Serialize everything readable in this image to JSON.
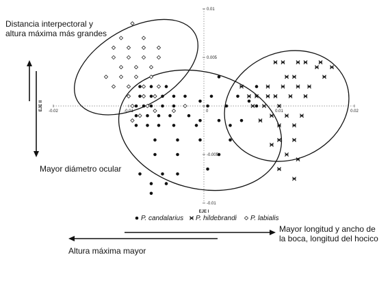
{
  "chart_data": {
    "type": "scatter",
    "xlabel": "EJE I",
    "ylabel": "EJE II",
    "xlim": [
      -0.02,
      0.02
    ],
    "ylim": [
      -0.01,
      0.01
    ],
    "x_ticks": [
      -0.02,
      -0.01,
      0,
      0.01,
      0.02
    ],
    "x_tick_labels": [
      "-0.02",
      "-0.01",
      "0",
      "0.01",
      "0.02"
    ],
    "y_ticks": [
      -0.01,
      -0.005,
      0,
      0.005,
      0.01
    ],
    "y_tick_labels": [
      "-0.01",
      "-0.005",
      "0",
      "0.005",
      "0.01"
    ],
    "grid": false,
    "legend_position": "bottom",
    "series": [
      {
        "name": "P. candalarius",
        "marker": "filled-circle",
        "color": "#111111",
        "points": [
          [
            -0.0085,
            0.002
          ],
          [
            -0.007,
            0.002
          ],
          [
            -0.005,
            0.002
          ],
          [
            -0.0085,
            0.001
          ],
          [
            -0.007,
            0.001
          ],
          [
            -0.0055,
            0.001
          ],
          [
            -0.004,
            0.001
          ],
          [
            -0.0025,
            0.001
          ],
          [
            -0.009,
            0.0
          ],
          [
            -0.008,
            0.0
          ],
          [
            -0.007,
            0.0
          ],
          [
            -0.0055,
            0.0
          ],
          [
            -0.004,
            0.0
          ],
          [
            -0.009,
            -0.001
          ],
          [
            -0.0075,
            -0.001
          ],
          [
            -0.006,
            -0.001
          ],
          [
            -0.0045,
            -0.001
          ],
          [
            -0.002,
            -0.001
          ],
          [
            -0.009,
            -0.002
          ],
          [
            -0.0075,
            -0.002
          ],
          [
            -0.006,
            -0.002
          ],
          [
            -0.004,
            -0.002
          ],
          [
            -0.001,
            -0.002
          ],
          [
            -0.0005,
            0.0005
          ],
          [
            0.0005,
            0.0
          ],
          [
            -0.0005,
            -0.0015
          ],
          [
            0.001,
            0.001
          ],
          [
            0.002,
            0.003
          ],
          [
            0.003,
            0.0
          ],
          [
            0.0045,
            0.001
          ],
          [
            0.002,
            -0.0015
          ],
          [
            0.0035,
            -0.002
          ],
          [
            0.005,
            -0.0015
          ],
          [
            0.006,
            0.0005
          ],
          [
            0.007,
            0.0
          ],
          [
            0.007,
            0.002
          ],
          [
            -0.0065,
            -0.0035
          ],
          [
            -0.0035,
            -0.0035
          ],
          [
            -0.0005,
            -0.0035
          ],
          [
            0.0035,
            -0.0035
          ],
          [
            -0.0065,
            -0.005
          ],
          [
            -0.0035,
            -0.005
          ],
          [
            0.002,
            -0.005
          ],
          [
            -0.0085,
            -0.007
          ],
          [
            -0.0055,
            -0.007
          ],
          [
            -0.0035,
            -0.007
          ],
          [
            -0.007,
            -0.008
          ],
          [
            -0.005,
            -0.008
          ],
          [
            -0.007,
            -0.009
          ],
          [
            0.0005,
            -0.0065
          ]
        ]
      },
      {
        "name": "P. hildebrandi",
        "marker": "x-star",
        "color": "#111111",
        "points": [
          [
            0.0095,
            0.0045
          ],
          [
            0.0105,
            0.0045
          ],
          [
            0.0125,
            0.0045
          ],
          [
            0.0135,
            0.0045
          ],
          [
            0.0155,
            0.0045
          ],
          [
            0.015,
            0.004
          ],
          [
            0.017,
            0.004
          ],
          [
            0.011,
            0.003
          ],
          [
            0.012,
            0.003
          ],
          [
            0.016,
            0.003
          ],
          [
            0.0085,
            0.002
          ],
          [
            0.0105,
            0.002
          ],
          [
            0.0125,
            0.002
          ],
          [
            0.014,
            0.002
          ],
          [
            0.005,
            0.002
          ],
          [
            0.006,
            0.001
          ],
          [
            0.007,
            0.001
          ],
          [
            0.0085,
            0.001
          ],
          [
            0.0095,
            0.001
          ],
          [
            0.0115,
            0.001
          ],
          [
            0.0135,
            0.001
          ],
          [
            0.0065,
            0.0
          ],
          [
            0.008,
            0.0
          ],
          [
            0.01,
            0.0
          ],
          [
            0.009,
            -0.001
          ],
          [
            0.011,
            -0.001
          ],
          [
            0.013,
            -0.001
          ],
          [
            0.01,
            -0.002
          ],
          [
            0.012,
            -0.002
          ],
          [
            0.0075,
            -0.0015
          ],
          [
            0.01,
            -0.0035
          ],
          [
            0.012,
            -0.0035
          ],
          [
            0.009,
            -0.004
          ],
          [
            0.011,
            -0.005
          ],
          [
            0.0125,
            -0.0055
          ],
          [
            0.01,
            -0.0065
          ],
          [
            0.012,
            -0.0075
          ]
        ]
      },
      {
        "name": "P. labialis",
        "marker": "open-diamond",
        "color": "#111111",
        "points": [
          [
            -0.0095,
            0.0085
          ],
          [
            -0.011,
            0.007
          ],
          [
            -0.008,
            0.007
          ],
          [
            -0.012,
            0.006
          ],
          [
            -0.01,
            0.006
          ],
          [
            -0.008,
            0.006
          ],
          [
            -0.006,
            0.006
          ],
          [
            -0.012,
            0.005
          ],
          [
            -0.01,
            0.005
          ],
          [
            -0.008,
            0.005
          ],
          [
            -0.006,
            0.005
          ],
          [
            -0.011,
            0.004
          ],
          [
            -0.009,
            0.004
          ],
          [
            -0.007,
            0.004
          ],
          [
            -0.013,
            0.003
          ],
          [
            -0.011,
            0.003
          ],
          [
            -0.009,
            0.003
          ],
          [
            -0.007,
            0.003
          ],
          [
            -0.012,
            0.002
          ],
          [
            -0.01,
            0.002
          ],
          [
            -0.008,
            0.002
          ],
          [
            -0.006,
            0.002
          ],
          [
            -0.01,
            0.001
          ],
          [
            -0.008,
            0.001
          ],
          [
            -0.0065,
            0.001
          ],
          [
            -0.0095,
            0.0
          ],
          [
            -0.0075,
            0.0
          ],
          [
            -0.0085,
            -0.001
          ],
          [
            -0.0065,
            -0.0005
          ],
          [
            -0.004,
            -0.0005
          ],
          [
            -0.0025,
            0.0
          ],
          [
            -0.0095,
            -0.0015
          ]
        ]
      }
    ],
    "ellipses": [
      {
        "name": "P. labialis",
        "cx": -0.009,
        "cy": 0.004,
        "rx": 0.009,
        "ry": 0.004,
        "angle_deg": 30
      },
      {
        "name": "P. candalarius",
        "cx": -0.0005,
        "cy": -0.0025,
        "rx": 0.011,
        "ry": 0.006,
        "angle_deg": -15
      },
      {
        "name": "P. hildebrandi",
        "cx": 0.011,
        "cy": 0.0,
        "rx": 0.0085,
        "ry": 0.0055,
        "angle_deg": 25
      }
    ],
    "annotations": {
      "top": "Distancia interpectoral y altura máxima más grandes",
      "bottom_left": "Mayor diámetro ocular",
      "right": "Mayor longitud y ancho de la boca, longitud del hocico",
      "left": "Altura máxima mayor"
    }
  }
}
